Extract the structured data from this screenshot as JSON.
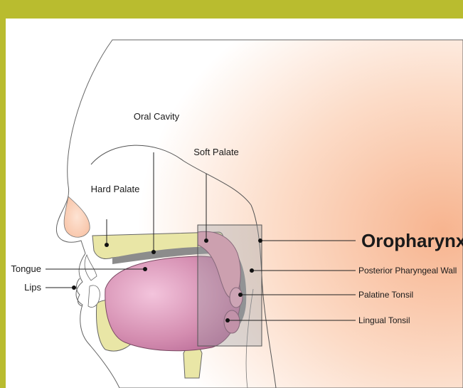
{
  "colors": {
    "frame": "#b9bc2f",
    "skin": "#fbd9c4",
    "tongue": "#c8789e",
    "palate": "#e8e6a8",
    "pharynx_box": "#9aa0a6"
  },
  "labels": {
    "oral_cavity": "Oral Cavity",
    "soft_palate": "Soft Palate",
    "hard_palate": "Hard Palate",
    "oropharynx": "Oropharynx",
    "tongue": "Tongue",
    "lips": "Lips",
    "posterior_pharyngeal_wall": "Posterior Pharyngeal Wall",
    "palatine_tonsil": "Palatine Tonsil",
    "lingual_tonsil": "Lingual Tonsil"
  }
}
